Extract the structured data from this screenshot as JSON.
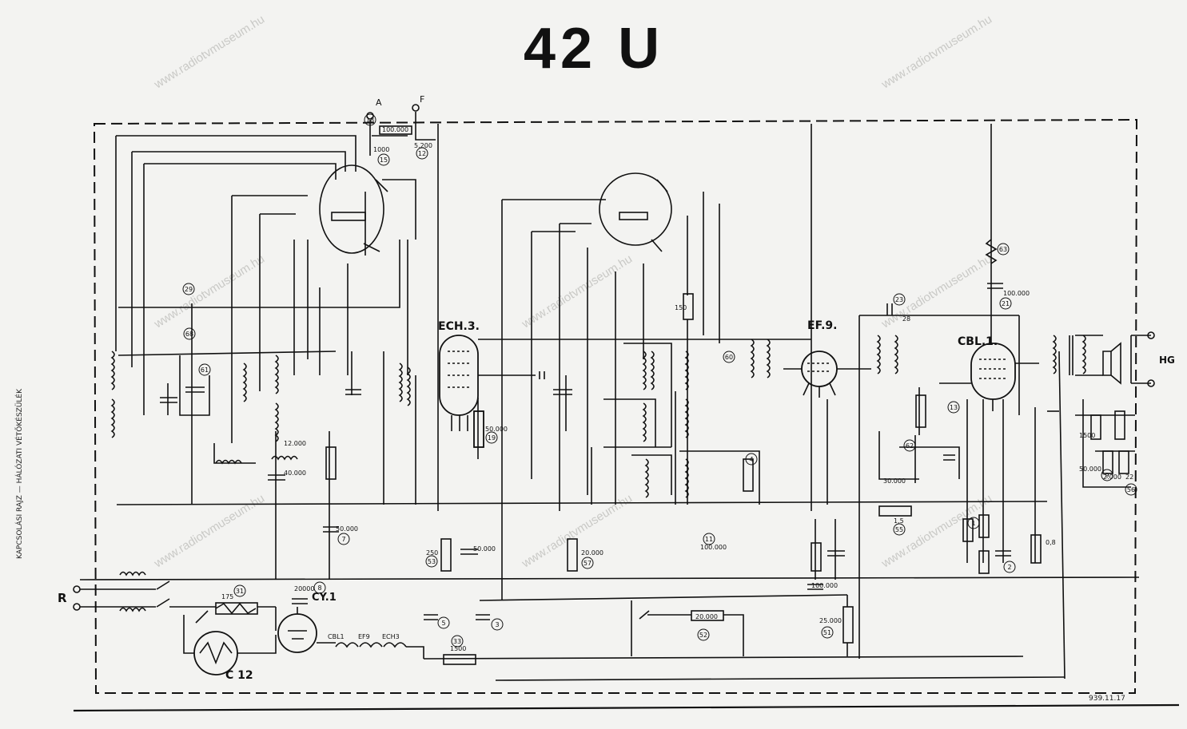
{
  "title": "42 U",
  "watermark": "www.radiotvmuseum.hu",
  "tubes": {
    "t1": "ECH.3.",
    "t2": "EF.9.",
    "t3": "CBL.1.",
    "t4": "CY.1",
    "t5": "C 12"
  },
  "heater_chain": {
    "a": "CBL1",
    "b": "EF9",
    "c": "ECH3"
  },
  "terminals": {
    "antenna": "A",
    "earth": "F",
    "speaker": "HG",
    "mains": "R"
  },
  "values": {
    "v1": "100.000",
    "v2": "1000",
    "v3": "5.200",
    "v4": "50.000",
    "v5": "40.000",
    "v6": "12.000",
    "v7": "250",
    "v8": "50.000",
    "v9": "20.000",
    "v10": "50.000",
    "v11": "100.000",
    "v12": "25.000",
    "v13": "30.000",
    "v14": "100.000",
    "v15": "1500",
    "v16": "175",
    "v17": "20000",
    "v18": "150",
    "v19": "1500",
    "v20": "50.000",
    "v21": "0,8",
    "v22": "2.000",
    "v23": "1,5",
    "v24": "22"
  },
  "components": {
    "c1": "18",
    "c2": "15",
    "c3": "12",
    "c4": "29",
    "c5": "68",
    "c6": "8",
    "c7": "7",
    "c8": "19",
    "c9": "53",
    "c10": "57",
    "c11": "52",
    "c12": "51",
    "c13": "21",
    "c14": "55",
    "c15": "11",
    "c16": "23",
    "c17": "56",
    "c18": "5",
    "c19": "3",
    "c20": "63",
    "c21": "62",
    "c22": "60",
    "c23": "61",
    "c24": "13",
    "c25": "9",
    "c26": "4",
    "c27": "2",
    "c28": "1",
    "c29": "28",
    "c30": "33",
    "c31": "31"
  },
  "side_note": "KAPCSOLÁSI RAJZ — HÁLÓZATI VÉTŐKÉSZÜLÉK",
  "stamp": "939.11.17"
}
